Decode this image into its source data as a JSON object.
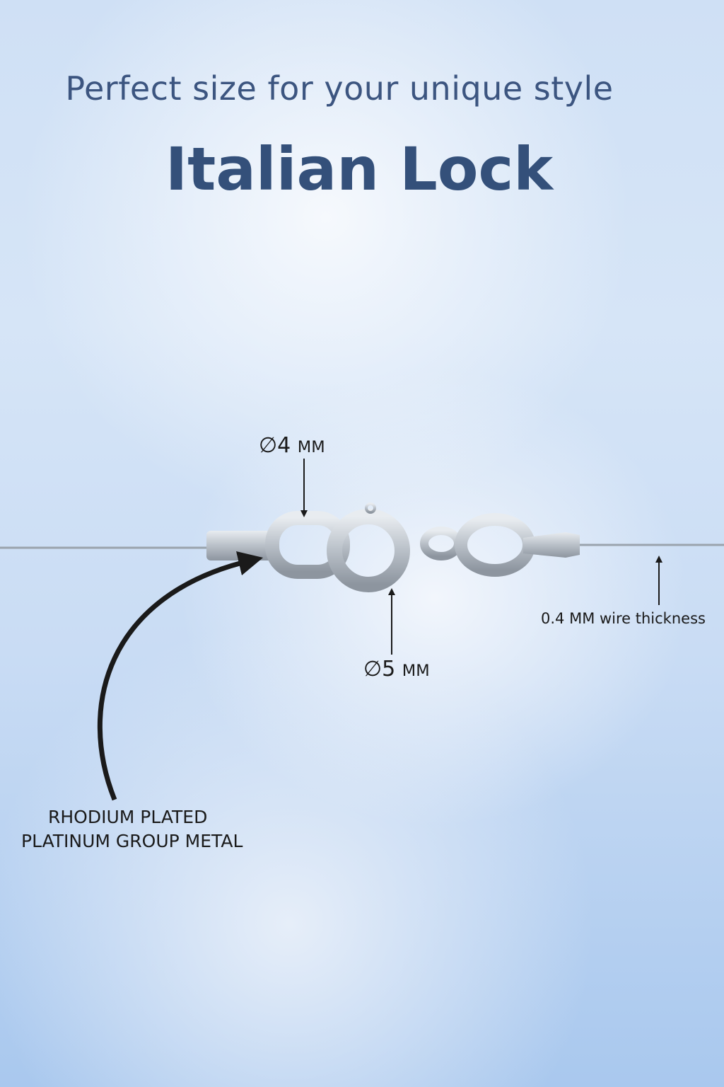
{
  "header": {
    "subtitle": "Perfect size for your unique style",
    "title": "Italian Lock"
  },
  "annotations": {
    "ring_diameter": {
      "symbol": "∅",
      "value": "4",
      "unit": "MM"
    },
    "clasp_diameter": {
      "symbol": "∅",
      "value": "5",
      "unit": "MM"
    },
    "wire": "0.4 MM wire thickness",
    "material_line1": "RHODIUM PLATED",
    "material_line2": "PLATINUM GROUP METAL"
  }
}
